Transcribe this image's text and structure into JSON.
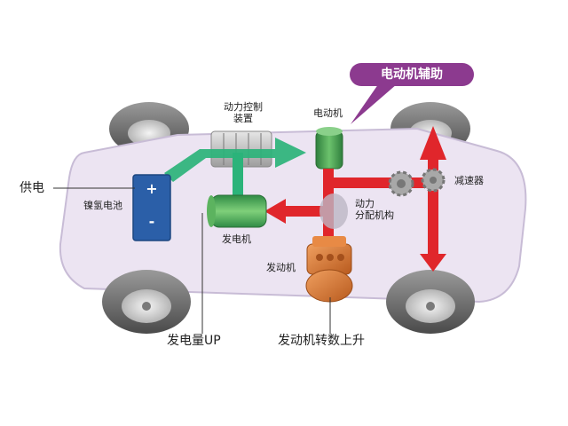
{
  "labels": {
    "callout": "电动机辅助",
    "power_control_line1": "动力控制",
    "power_control_line2": "装置",
    "motor": "电动机",
    "power_supply": "供电",
    "battery": "镍氢电池",
    "battery_plus": "+",
    "battery_minus": "-",
    "generator": "发电机",
    "power_split_line1": "动力",
    "power_split_line2": "分配机构",
    "reducer": "减速器",
    "engine": "发动机",
    "generation_up": "发电量UP",
    "engine_rpm_up": "发动机转数上升"
  },
  "colors": {
    "car_body": "#ece4f2",
    "callout": "#8c3a8f",
    "green_flow": "#2bb37a",
    "red_flow": "#e0262b",
    "battery": "#2b5fa8",
    "motor": "#3f9a4c",
    "engine": "#d7722f"
  },
  "icons": [
    "car-body",
    "wheel-icon",
    "battery-icon",
    "motor-icon",
    "generator-icon",
    "engine-icon",
    "gear-icon"
  ]
}
